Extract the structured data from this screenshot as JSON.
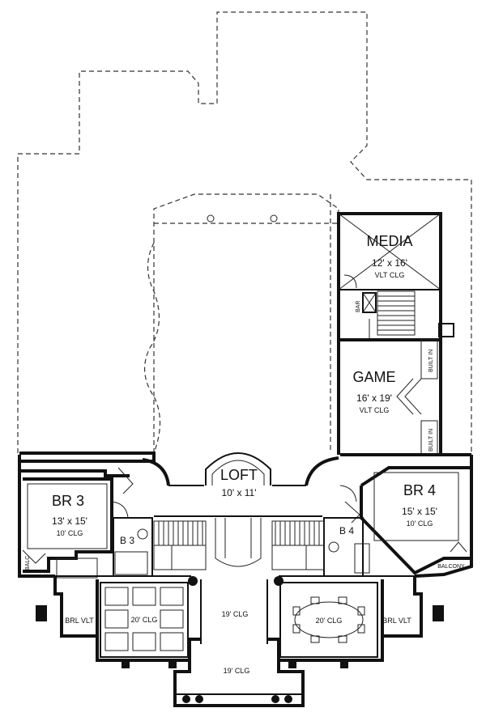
{
  "rooms": {
    "media": {
      "name": "MEDIA",
      "size": "12' x 16'",
      "ceiling": "VLT CLG"
    },
    "game": {
      "name": "GAME",
      "size": "16' x 19'",
      "ceiling": "VLT CLG"
    },
    "loft": {
      "name": "LOFT",
      "size": "10' x 11'"
    },
    "br3": {
      "name": "BR 3",
      "size": "13' x 15'",
      "ceiling": "10' CLG"
    },
    "br4": {
      "name": "BR 4",
      "size": "15' x 15'",
      "ceiling": "10' CLG"
    }
  },
  "labels": {
    "bar": "BAR",
    "built_in_1": "BUILT IN",
    "built_in_2": "BUILT IN",
    "b3": "B 3",
    "b4": "B 4",
    "balc": "BALC",
    "balcony": "BALCONY",
    "brl_vlt_left": "BRL VLT",
    "brl_vlt_right": "BRL VLT",
    "clg_20_left": "20' CLG",
    "clg_19_center": "19' CLG",
    "clg_20_right": "20' CLG",
    "clg_19_bottom": "19' CLG"
  }
}
